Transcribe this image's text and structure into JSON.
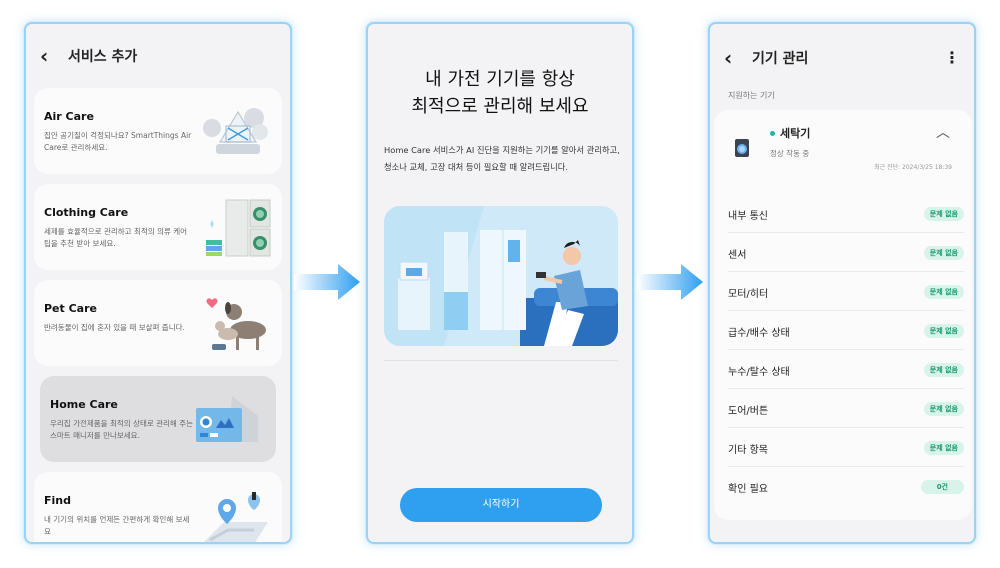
{
  "screen1": {
    "title": "서비스 추가",
    "cards": [
      {
        "title": "Air Care",
        "desc": "집안 공기질이 걱정되나요? SmartThings Air Care로 관리하세요."
      },
      {
        "title": "Clothing Care",
        "desc": "세제를 효율적으로 관리하고 최적의 의류 케어 팁을 추천 받아 보세요."
      },
      {
        "title": "Pet Care",
        "desc": "반려동물이 집에 혼자 있을 때 보살펴 줍니다."
      },
      {
        "title": "Home Care",
        "desc": "우리집 가전제품을 최적의 상태로 관리해 주는 스마트 매니저를 만나보세요."
      },
      {
        "title": "Find",
        "desc": "내 기기의 위치를 언제든 간편하게 확인해 보세요"
      }
    ]
  },
  "screen2": {
    "title_line1": "내 가전 기기를 항상",
    "title_line2": "최적으로 관리해 보세요",
    "description": "Home Care 서비스가 AI 진단을 지원하는 기기를 알아서 관리하고, 청소나 교체, 고장 대처 등이 필요할 때 알려드립니다.",
    "start_button": "시작하기"
  },
  "screen3": {
    "title": "기기 관리",
    "section_label": "지원하는 기기",
    "device": {
      "name": "세탁기",
      "status": "정상 작동 중",
      "last_check": "최근 진단: 2024/3/25 18:39"
    },
    "rows": [
      {
        "label": "내부 통신",
        "badge": "문제 없음"
      },
      {
        "label": "센서",
        "badge": "문제 없음"
      },
      {
        "label": "모터/히터",
        "badge": "문제 없음"
      },
      {
        "label": "급수/배수 상태",
        "badge": "문제 없음"
      },
      {
        "label": "누수/탈수 상태",
        "badge": "문제 없음"
      },
      {
        "label": "도어/버튼",
        "badge": "문제 없음"
      },
      {
        "label": "기타 항목",
        "badge": "문제 없음"
      },
      {
        "label": "확인 필요",
        "badge": "0건"
      }
    ]
  },
  "colors": {
    "accent": "#2f9ff0",
    "ok_bg": "#d8f4ea",
    "ok_text": "#1a9a72",
    "frame": "#9ad3f5"
  }
}
